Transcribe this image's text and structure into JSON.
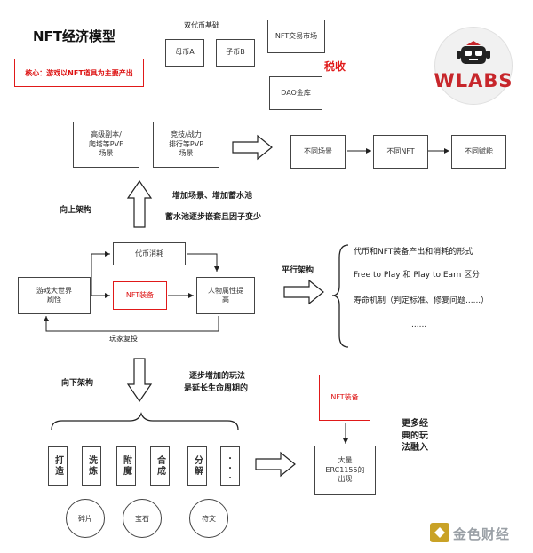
{
  "title": "NFT经济模型",
  "core": "核心：游戏以NFT道具为主要产出",
  "dual_token": {
    "label": "双代币基础",
    "mother": "母币A",
    "child": "子币B"
  },
  "market": "NFT交易市场",
  "dao": "DAO金库",
  "tax": "税收",
  "logo": "WLABS",
  "top_row": {
    "pve": "高级副本/\n爬塔等PVE\n场景",
    "pvp": "竞技/战力\n排行等PVP\n场景",
    "scene": "不同场景",
    "nft": "不同NFT",
    "ability": "不同赋能"
  },
  "upward": {
    "label": "向上架构",
    "note1": "增加场景、增加蓄水池",
    "note2": "蓄水池逐步嵌套且因子变少"
  },
  "middle": {
    "world": "游戏大世界\n刷怪",
    "token_consume": "代币消耗",
    "nft_equip": "NFT装备",
    "attr": "人物属性提\n高",
    "replay": "玩家复投"
  },
  "parallel": {
    "label": "平行架构",
    "items": [
      "代币和NFT装备产出和消耗的形式",
      "Free to Play 和  Play to Earn 区分",
      "寿命机制（判定标准、修复问题......）",
      "......"
    ]
  },
  "downward": {
    "label": "向下架构",
    "note1": "逐步增加的玩法",
    "note2": "是延长生命周期的"
  },
  "down_boxes": [
    "打造",
    "洗炼",
    "附魔",
    "合成",
    "分解",
    "..."
  ],
  "down_circles": [
    "碎片",
    "宝石",
    "符文"
  ],
  "right_bottom": {
    "nft_equip": "NFT装备",
    "erc": "大量\nERC1155的\n出现",
    "more": "更多经\n典的玩\n法融入"
  },
  "watermark": "金色财经"
}
